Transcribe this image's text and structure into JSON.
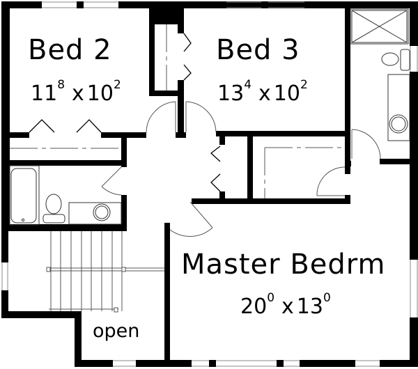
{
  "plan": {
    "type": "upper floor plan",
    "colors": {
      "wall": "#000000",
      "background": "#ffffff",
      "fixture_line": "#555555"
    }
  },
  "rooms": {
    "bed2": {
      "name": "Bed 2",
      "width_ft": "11",
      "width_in": "8",
      "x": "x",
      "depth_ft": "10",
      "depth_in": "2"
    },
    "bed3": {
      "name": "Bed 3",
      "width_ft": "13",
      "width_in": "4",
      "x": "x",
      "depth_ft": "10",
      "depth_in": "2"
    },
    "master": {
      "name": "Master Bedrm",
      "width_ft": "20",
      "width_in": "0",
      "x": "x",
      "depth_ft": "13",
      "depth_in": "0"
    },
    "open": {
      "name": "open"
    }
  }
}
